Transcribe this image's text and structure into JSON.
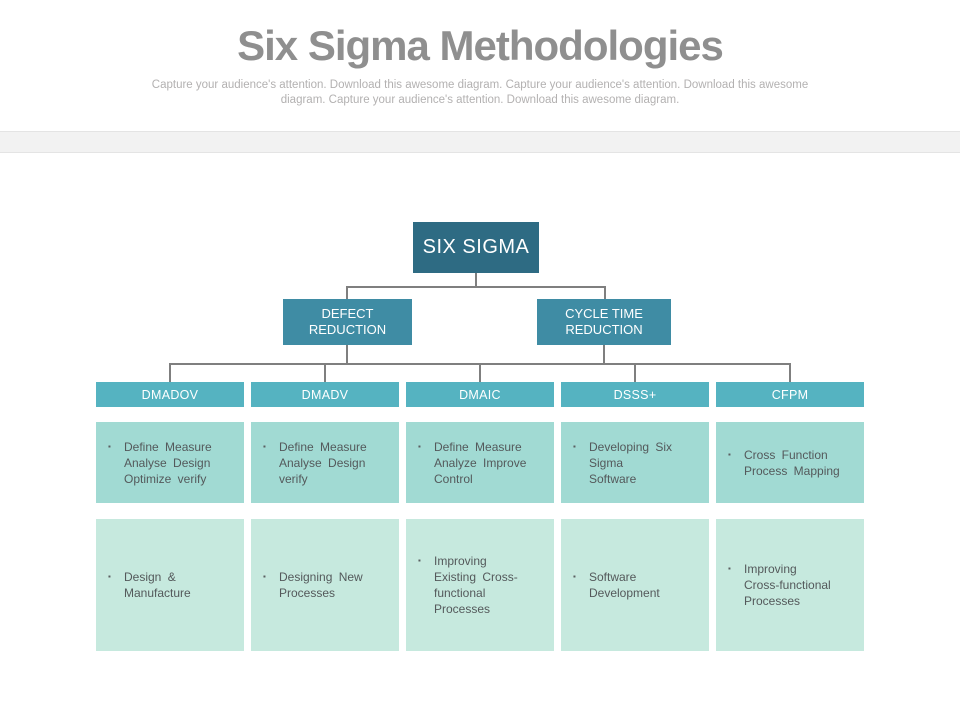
{
  "slide": {
    "title": "Six Sigma Methodologies",
    "subtitle": "Capture your audience's attention. Download this awesome diagram. Capture your audience's attention. Download this awesome\ndiagram. Capture your audience's attention. Download this awesome diagram."
  },
  "icons": {
    "bullet_glyph": "▪"
  },
  "colors": {
    "root_box": "#2e6b83",
    "level2_box": "#3f8ca4",
    "header_box": "#55b3c1",
    "detail_row1_box": "#a1dad3",
    "detail_row2_box": "#c6e9de",
    "connector": "#7f7f7f",
    "title_text": "#8f8f8f",
    "subtitle_text": "#b3b1b1",
    "detail_text": "#54595b"
  },
  "chart": {
    "root": "SIX SIGMA",
    "branches": [
      {
        "label": "DEFECT REDUCTION"
      },
      {
        "label": "CYCLE TIME REDUCTION"
      }
    ],
    "columns": [
      {
        "header": "DMADOV",
        "row1": "Define Measure\nAnalyse Design\nOptimize verify",
        "row2": "Design &\nManufacture"
      },
      {
        "header": "DMADV",
        "row1": "Define Measure\nAnalyse Design\nverify",
        "row2": "Designing New\nProcesses"
      },
      {
        "header": "DMAIC",
        "row1": "Define Measure\nAnalyze Improve\nControl",
        "row2": "Improving\nExisting Cross-\nfunctional\nProcesses"
      },
      {
        "header": "DSSS+",
        "row1": "Developing Six\nSigma\nSoftware",
        "row2": "Software\nDevelopment"
      },
      {
        "header": "CFPM",
        "row1": "Cross Function\nProcess Mapping",
        "row2": "Improving\nCross-functional\nProcesses"
      }
    ]
  }
}
